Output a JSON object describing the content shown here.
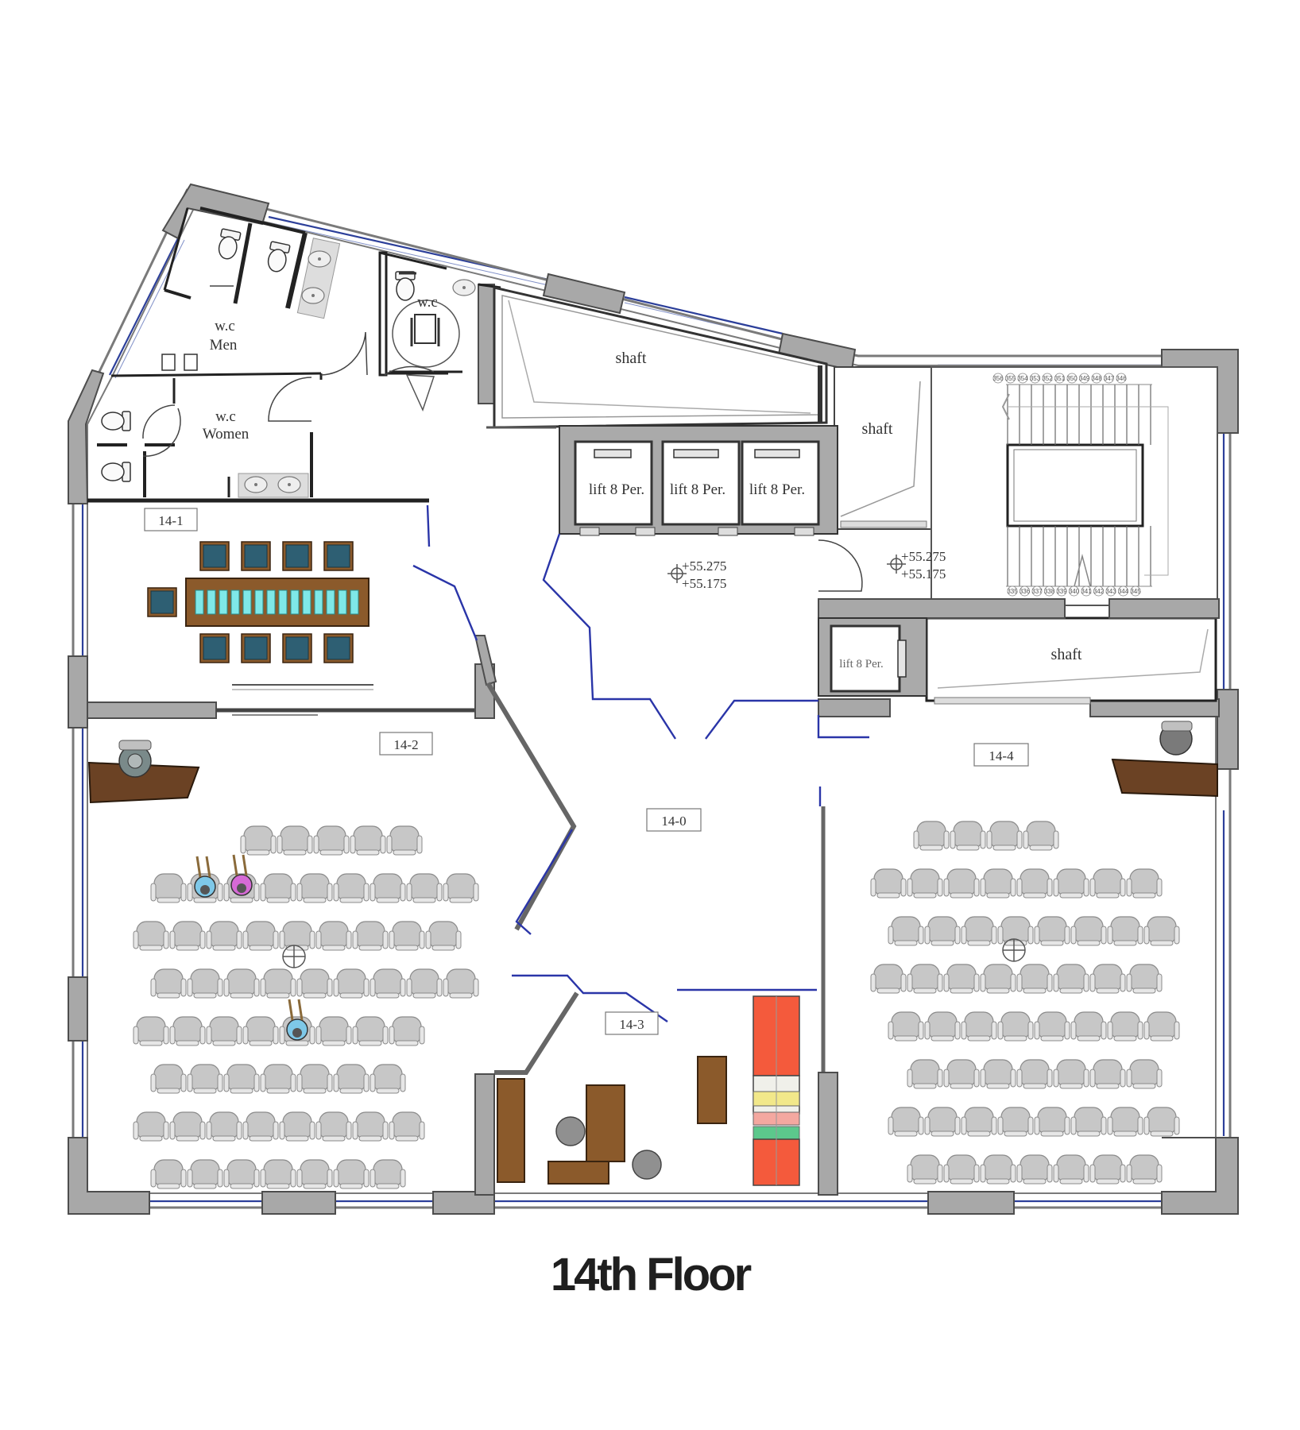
{
  "title": "14th Floor",
  "rooms": {
    "wc_men": [
      "w.c",
      "Men"
    ],
    "wc_women": [
      "w.c",
      "Women"
    ],
    "wc_disabled": "w.c",
    "shaft_top": "shaft",
    "shaft_right": "shaft",
    "shaft_east": "shaft"
  },
  "lifts": [
    "lift 8 Per.",
    "lift 8 Per.",
    "lift 8 Per."
  ],
  "small_lift": "lift 8 Per.",
  "room_tags": {
    "r1": "14-1",
    "r2": "14-2",
    "r0": "14-0",
    "r3": "14-3",
    "r4": "14-4"
  },
  "levels": {
    "lobby": [
      "+55.275",
      "+55.175"
    ],
    "stair": [
      "+55.275",
      "+55.175"
    ]
  },
  "stair_steps_top": [
    "356",
    "355",
    "354",
    "353",
    "352",
    "351",
    "350",
    "349",
    "348",
    "347",
    "346"
  ],
  "stair_steps_bottom": [
    "335",
    "336",
    "337",
    "338",
    "339",
    "340",
    "341",
    "342",
    "343",
    "344",
    "345"
  ],
  "colors": {
    "glazing": "#2c3f9a",
    "partition": "#2a35a8",
    "table_wood": "#8b5a2b",
    "chair_blue": "#2e5f73",
    "seat_gray": "#c7c7c7",
    "cabinet_red": "#f45a3c"
  },
  "icons": [
    "toilet-icon",
    "sink-icon",
    "wheelchair-icon",
    "seat-icon",
    "person-icon",
    "level-marker-icon"
  ]
}
